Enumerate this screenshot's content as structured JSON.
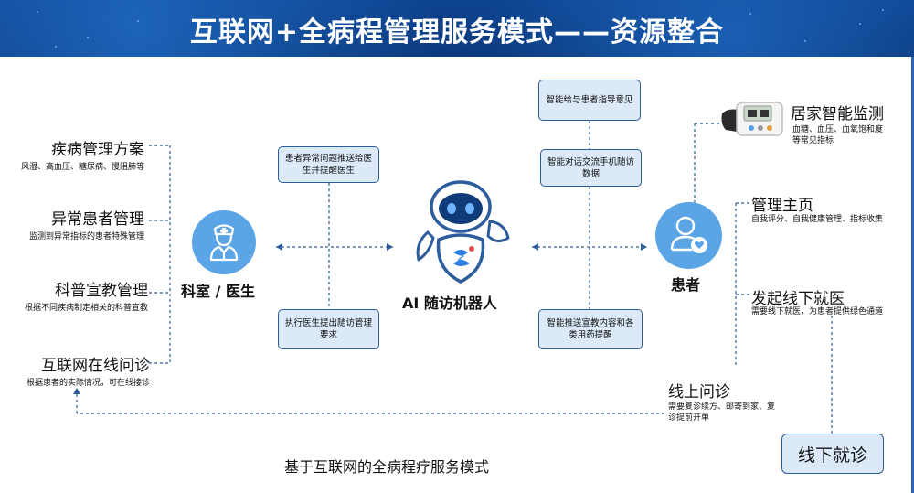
{
  "title": "互联网+全病程管理服务模式——资源整合",
  "left_items": [
    {
      "title": "疾病管理方案",
      "sub": "风湿、高血压、糖尿病、慢阻肺等"
    },
    {
      "title": "异常患者管理",
      "sub": "监测到异常指标的患者特殊管理"
    },
    {
      "title": "科普宣教管理",
      "sub": "根据不同疾病制定相关的科普宣教"
    },
    {
      "title": "互联网在线问诊",
      "sub": "根据患者的实际情况，可在线接诊"
    }
  ],
  "doctor_label": "科室 / 医生",
  "robot_label": "AI 随访机器人",
  "patient_label": "患者",
  "mid_boxes": {
    "left_top": "患者异常问题推送给医生并提醒医生",
    "left_bottom": "执行医生提出随访管理要求",
    "right_1": "智能给与患者指导意见",
    "right_2": "智能对话交流手机随访数据",
    "right_3": "智能推送宣教内容和各类用药提醒"
  },
  "right_items": {
    "home_monitor": {
      "title": "居家智能监测",
      "sub": [
        "血糖、血压、血氧饱和度",
        "等常见指标"
      ]
    },
    "manage_home": {
      "title": "管理主页",
      "sub": "自我评分、自我健康管理、指标收集"
    },
    "offline_initiate": {
      "title": "发起线下就医",
      "sub": "需要线下就医，为患者提供绿色通道"
    },
    "online_consult": {
      "title": "线上问诊",
      "sub": [
        "需要复诊续方、邮寄到家、复",
        "诊提前开单"
      ]
    }
  },
  "offline_box": "线下就诊",
  "caption": "基于互联网的全病程疗服务模式",
  "colors": {
    "banner": "#0b3e8a",
    "accent": "#2d5d9c",
    "circle": "#5ba4e6",
    "box_fill": "#dbe9f8"
  },
  "icons": [
    "doctor-icon",
    "robot-icon",
    "patient-icon",
    "blood-pressure-monitor-icon"
  ]
}
